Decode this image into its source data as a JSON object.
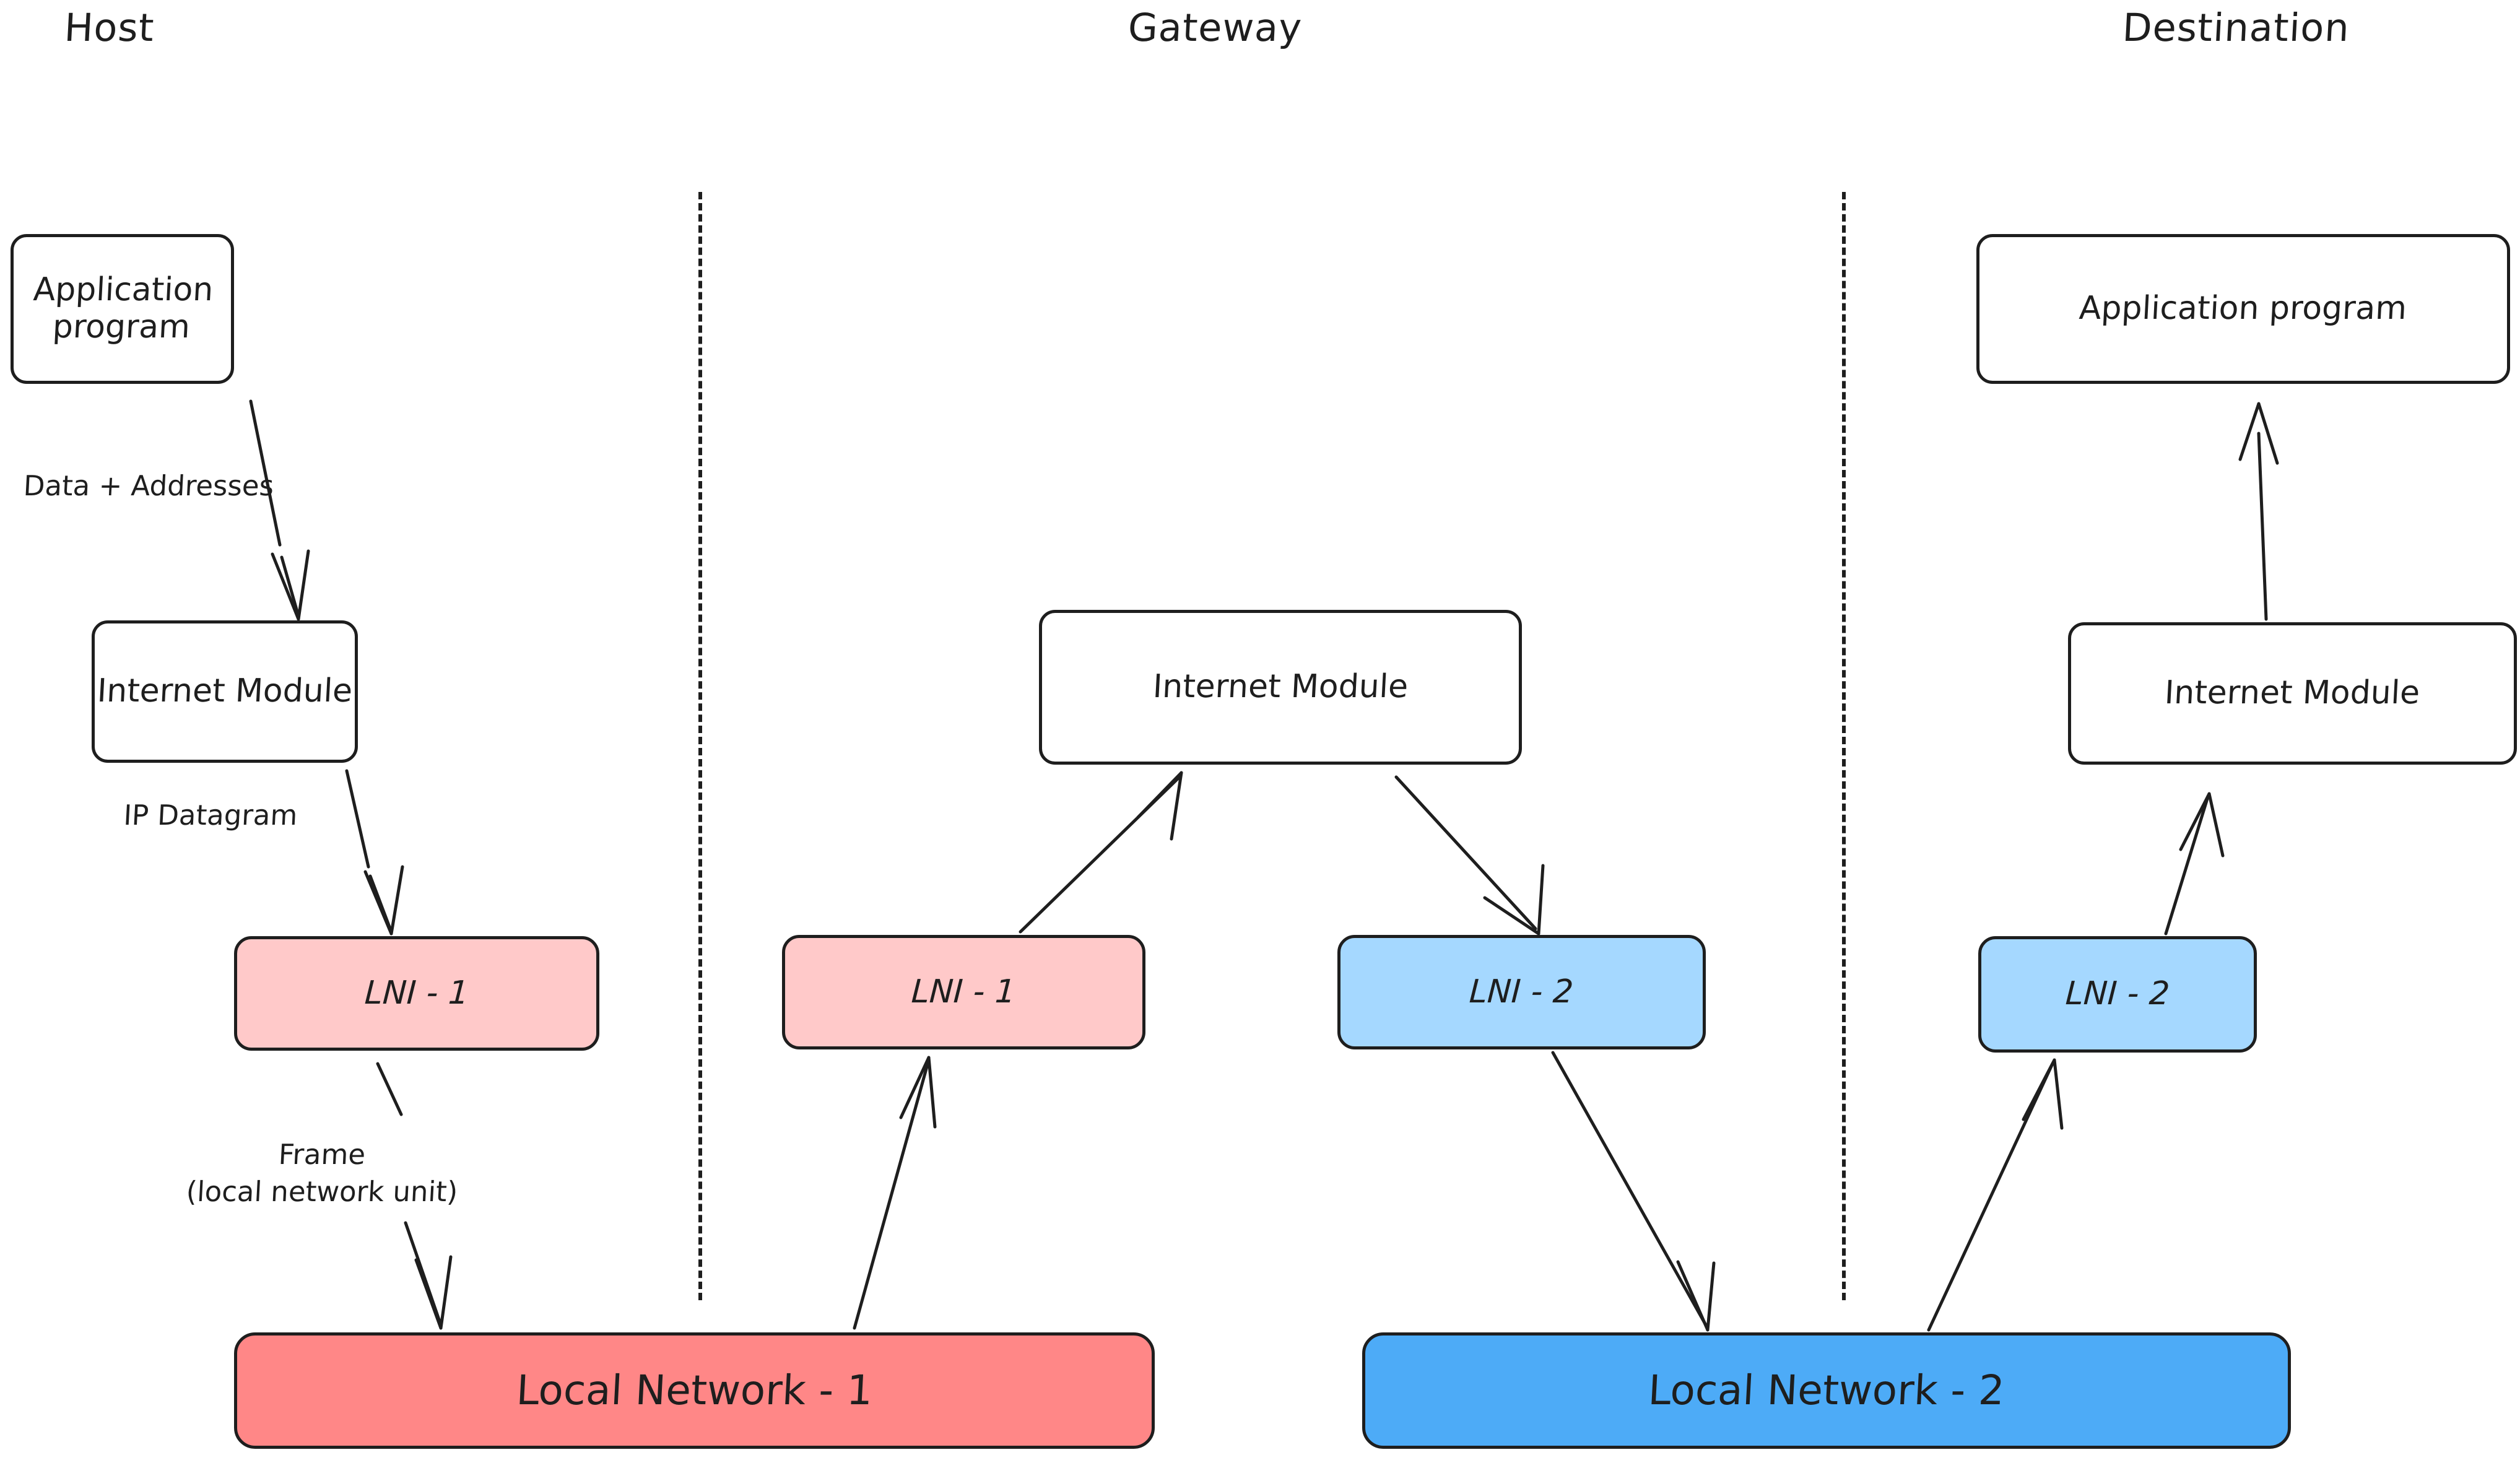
{
  "diagram": {
    "title_host": "Host",
    "title_gateway": "Gateway",
    "title_destination": "Destination",
    "colors": {
      "stroke": "#1e1e1e",
      "lni1_fill": "#ffc9c9",
      "lni2_fill": "#a5d8ff",
      "network1_fill": "#ff8787",
      "network2_fill": "#4dabf7",
      "background": "#ffffff"
    },
    "host": {
      "application_program": "Application program",
      "internet_module": "Internet Module",
      "lni": "LNI - 1",
      "local_network": "Local Network - 1",
      "label_data_addresses": "Data + Addresses",
      "label_ip_datagram": "IP Datagram",
      "label_frame_line1": "Frame",
      "label_frame_line2": "(local network unit)"
    },
    "gateway": {
      "internet_module": "Internet Module",
      "lni_in": "LNI - 1",
      "lni_out": "LNI - 2"
    },
    "destination": {
      "application_program": "Application program",
      "internet_module": "Internet Module",
      "lni": "LNI - 2",
      "local_network": "Local Network - 2"
    }
  }
}
